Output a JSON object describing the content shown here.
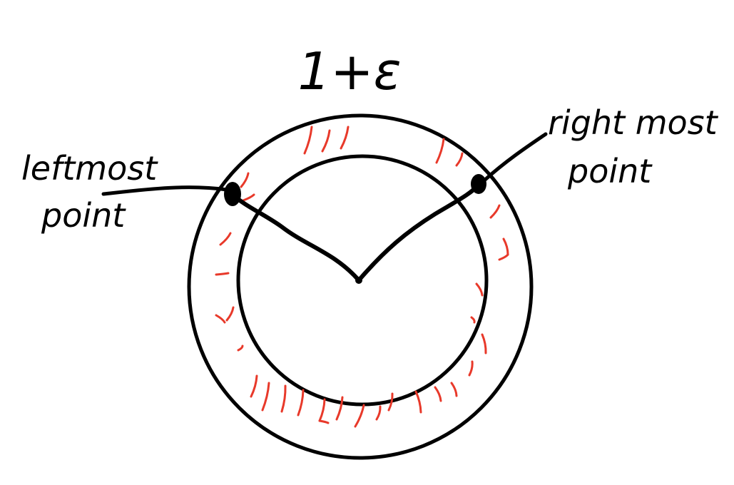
{
  "diagram": {
    "title": "1+ε",
    "left_label": {
      "line1": "leftmost",
      "line2": "point"
    },
    "right_label": {
      "line1": "right most",
      "line2": "point"
    },
    "colors": {
      "ink": "#000000",
      "shading": "#e8392a",
      "background": "#ffffff"
    }
  }
}
